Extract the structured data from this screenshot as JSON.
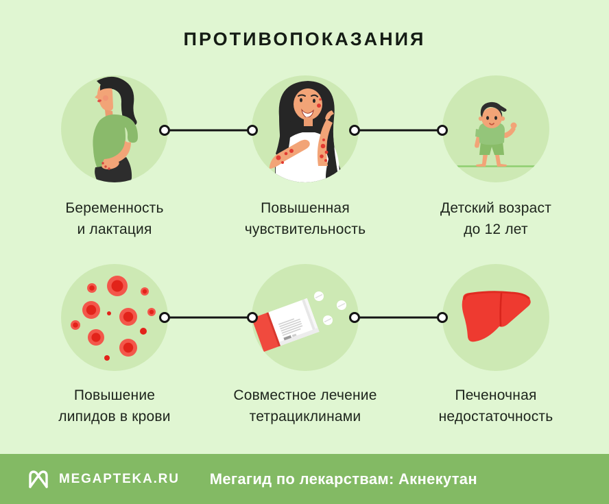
{
  "title": "ПРОТИВОПОКАЗАНИЯ",
  "items": [
    {
      "line1": "Беременность",
      "line2": "и лактация",
      "icon": "pregnant-woman-icon"
    },
    {
      "line1": "Повышенная",
      "line2": "чувствительность",
      "icon": "woman-rash-icon"
    },
    {
      "line1": "Детский возраст",
      "line2": "до 12 лет",
      "icon": "child-icon"
    },
    {
      "line1": "Повышение",
      "line2": "липидов в крови",
      "icon": "blood-cells-icon"
    },
    {
      "line1": "Совместное лечение",
      "line2": "тетрациклинами",
      "icon": "medicine-box-icon"
    },
    {
      "line1": "Печеночная",
      "line2": "недостаточность",
      "icon": "liver-icon"
    }
  ],
  "footer": {
    "brand": "MEGAPTEKA.RU",
    "tagline": "Мегагид по лекарствам: Акнекутан",
    "logo_icon": "megapteka-logo-icon"
  },
  "colors": {
    "background": "#e0f6d2",
    "circle_fill": "#cde9b4",
    "footer_bar": "#83ba64",
    "text": "#1d241c",
    "connector": "#141414",
    "accent_red": "#ee3a30",
    "skin": "#f2a477",
    "hair": "#262626",
    "clothes_green": "#8aba6b"
  }
}
